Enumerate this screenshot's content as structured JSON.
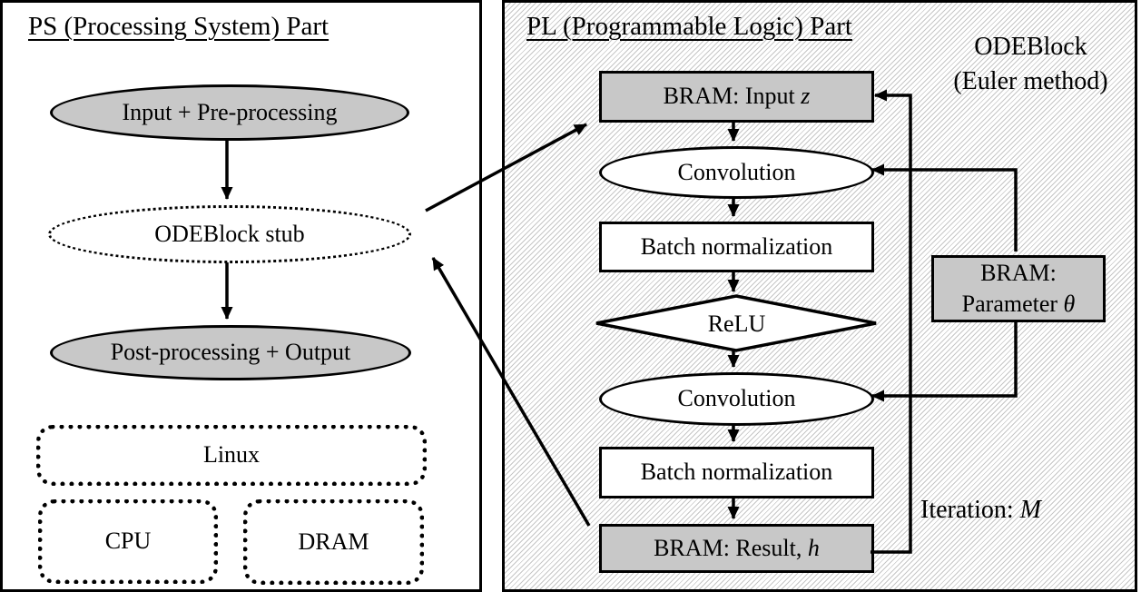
{
  "ps": {
    "title": "PS (Processing System) Part",
    "nodes": {
      "input": "Input + Pre-processing",
      "stub": "ODEBlock stub",
      "output": "Post-processing + Output",
      "linux": "Linux",
      "cpu": "CPU",
      "dram": "DRAM"
    }
  },
  "pl": {
    "title": "PL (Programmable Logic) Part",
    "subtitle_line1": "ODEBlock",
    "subtitle_line2": "(Euler method)",
    "nodes": {
      "bram_input": {
        "prefix": "BRAM: Input ",
        "var": "z"
      },
      "conv1": "Convolution",
      "bn1": "Batch normalization",
      "relu": "ReLU",
      "conv2": "Convolution",
      "bn2": "Batch normalization",
      "bram_result": {
        "prefix": "BRAM: Result, ",
        "var": "h"
      },
      "bram_param": {
        "line1": "BRAM:",
        "line2_prefix": "Parameter ",
        "var": "θ"
      }
    },
    "iteration_label": {
      "prefix": "Iteration: ",
      "var": "M"
    }
  },
  "colors": {
    "node_gray": "#c8c8c8",
    "line_black": "#000000",
    "hatch_line": "#c6c6c6"
  }
}
